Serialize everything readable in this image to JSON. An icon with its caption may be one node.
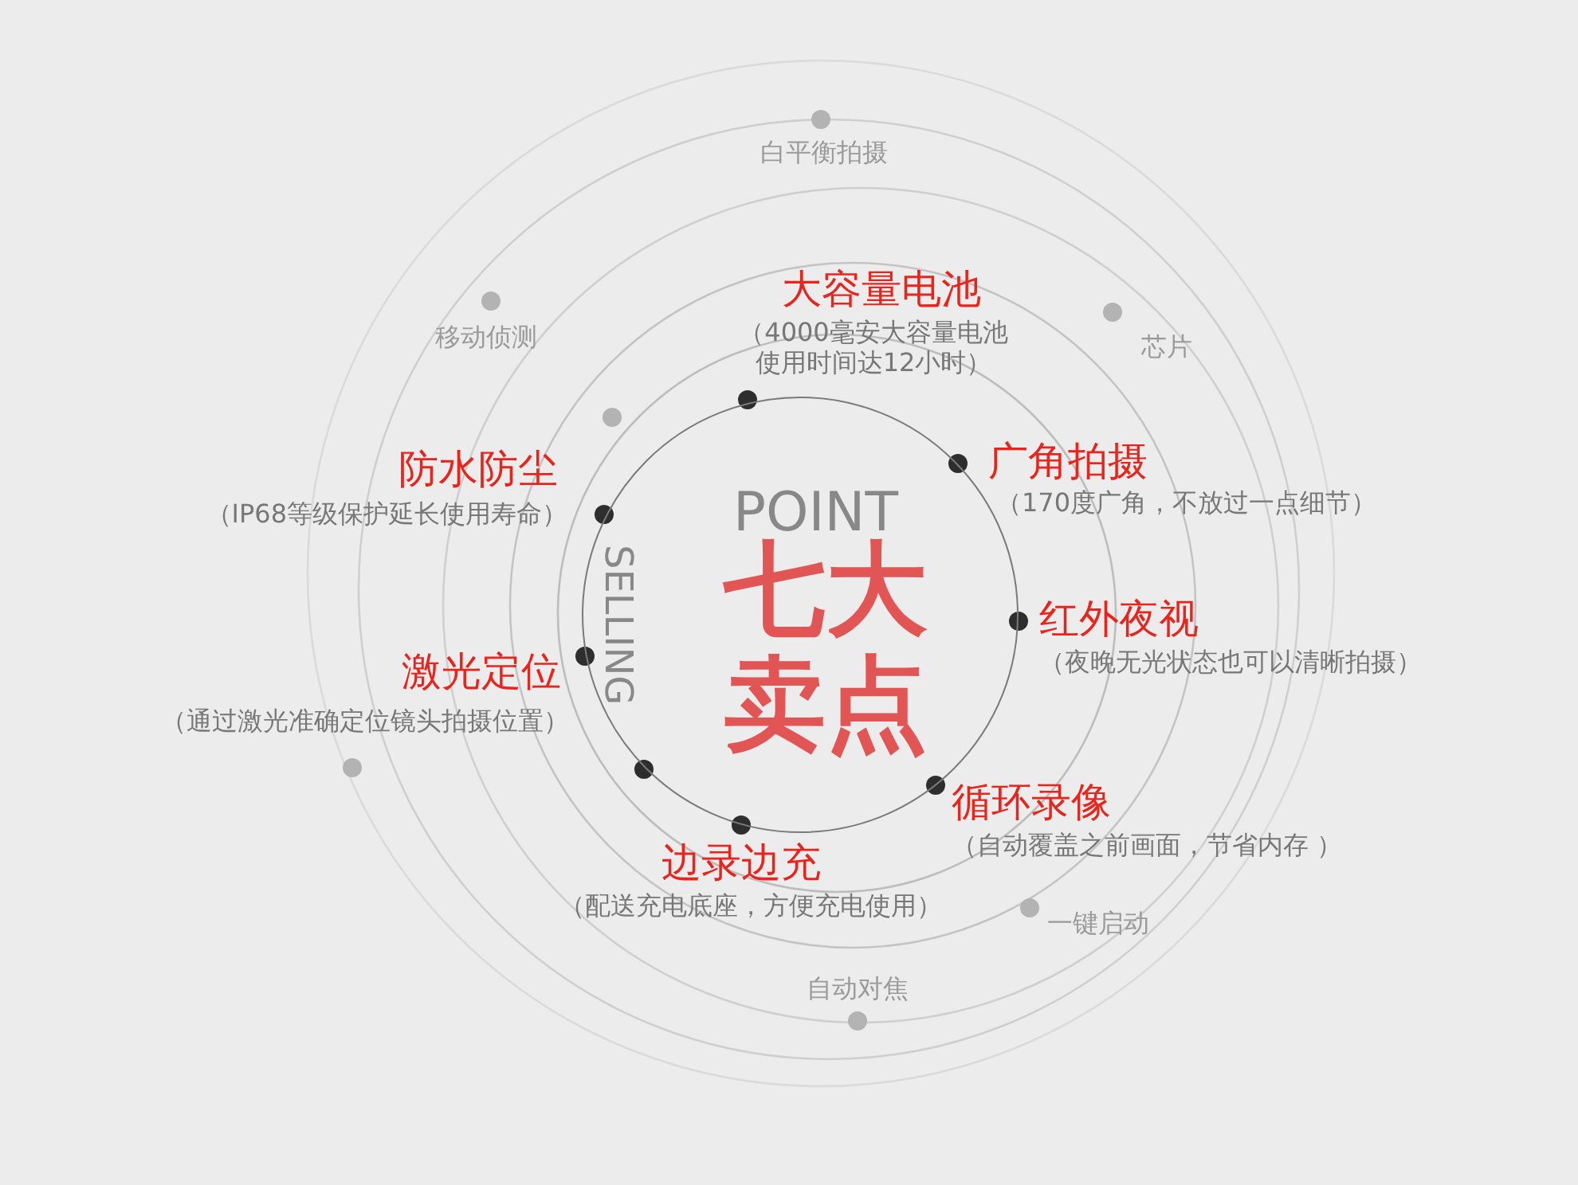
{
  "diagram": {
    "nodes": [
      {
        "text": [
          "POINT",
          "SELLING",
          "七大卖点"
        ]
      }
    ],
    "edges": [],
    "labels": [
      "白平衡拍摄",
      "大容量电池",
      "（4000毫安大容量电池使用时间达12小时）",
      "移动侦测",
      "芯片",
      "防水防尘",
      "（IP68等级保护延长使用寿命）",
      "广角拍摄",
      "（170度广角，不放过一点细节）",
      "红外夜视",
      "（夜晚无光状态也可以清晰拍摄）",
      "激光定位",
      "（通过激光准确定位镜头拍摄位置）",
      "循环录像",
      "（自动覆盖之前画面，节省内存 ）",
      "边录边充",
      "（配送充电底座，方便充电使用）",
      "一键启动",
      "自动对焦"
    ]
  }
}
